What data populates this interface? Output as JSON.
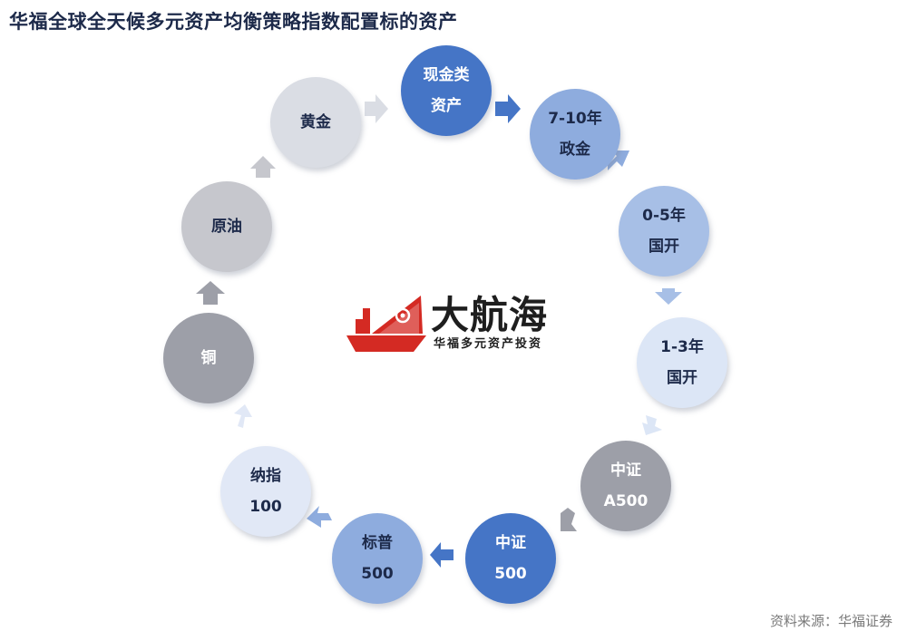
{
  "title": "华福全球全天候多元资产均衡策略指数配置标的资产",
  "nodes": [
    {
      "line1": "现金类",
      "line2": "资产"
    },
    {
      "line1": "7-10年",
      "line2": "政金"
    },
    {
      "line1": "0-5年",
      "line2": "国开"
    },
    {
      "line1": "1-3年",
      "line2": "国开"
    },
    {
      "line1": "中证",
      "line2": "A500"
    },
    {
      "line1": "中证",
      "line2": "500"
    },
    {
      "line1": "标普",
      "line2": "500"
    },
    {
      "line1": "纳指",
      "line2": "100"
    },
    {
      "line1": "铜",
      "line2": ""
    },
    {
      "line1": "原油",
      "line2": ""
    },
    {
      "line1": "黄金",
      "line2": ""
    }
  ],
  "logo": {
    "main": "大航海",
    "sub": "华福多元资产投资"
  },
  "source": "资料来源：华福证券",
  "colors": {
    "dark_blue": "#4575c6",
    "mid_blue": "#8eacde",
    "light_blue": "#a7bfe6",
    "pale_blue": "#dce6f6",
    "gray": "#9d9fa8",
    "light_gray": "#c6c7cd",
    "brand_red": "#d42a23"
  }
}
